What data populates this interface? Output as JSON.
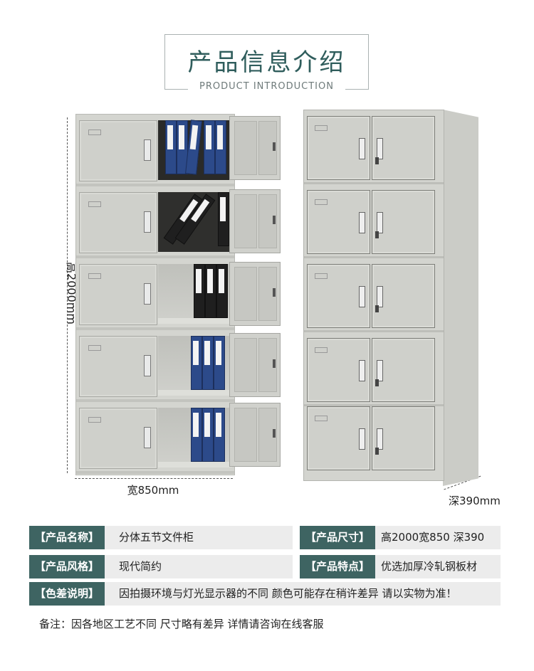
{
  "header": {
    "title_cn": "产品信息介绍",
    "title_en": "PRODUCT INTRODUCTION"
  },
  "dimensions": {
    "height": "高2000mm",
    "width": "宽850mm",
    "depth": "深390mm"
  },
  "info": {
    "name_label": "【产品名称】",
    "name_value": "分体五节文件柜",
    "size_label": "【产品尺寸】",
    "size_value": "高2000宽850 深390",
    "style_label": "【产品风格】",
    "style_value": "现代简约",
    "feature_label": "【产品特点】",
    "feature_value": "优选加厚冷轧钢板材",
    "color_label": "【色差说明】",
    "color_value": "因拍摄环境与灯光显示器的不同 颜色可能存在稍许差异 请以实物为准！"
  },
  "note": "备注：因各地区工艺不同 尺寸略有差异 详情请咨询在线客服",
  "colors": {
    "label_bg": "#3e6462",
    "title": "#2f5d5c",
    "cabinet": "#d3d4cf",
    "binder_blue": "#2c4a8a"
  }
}
